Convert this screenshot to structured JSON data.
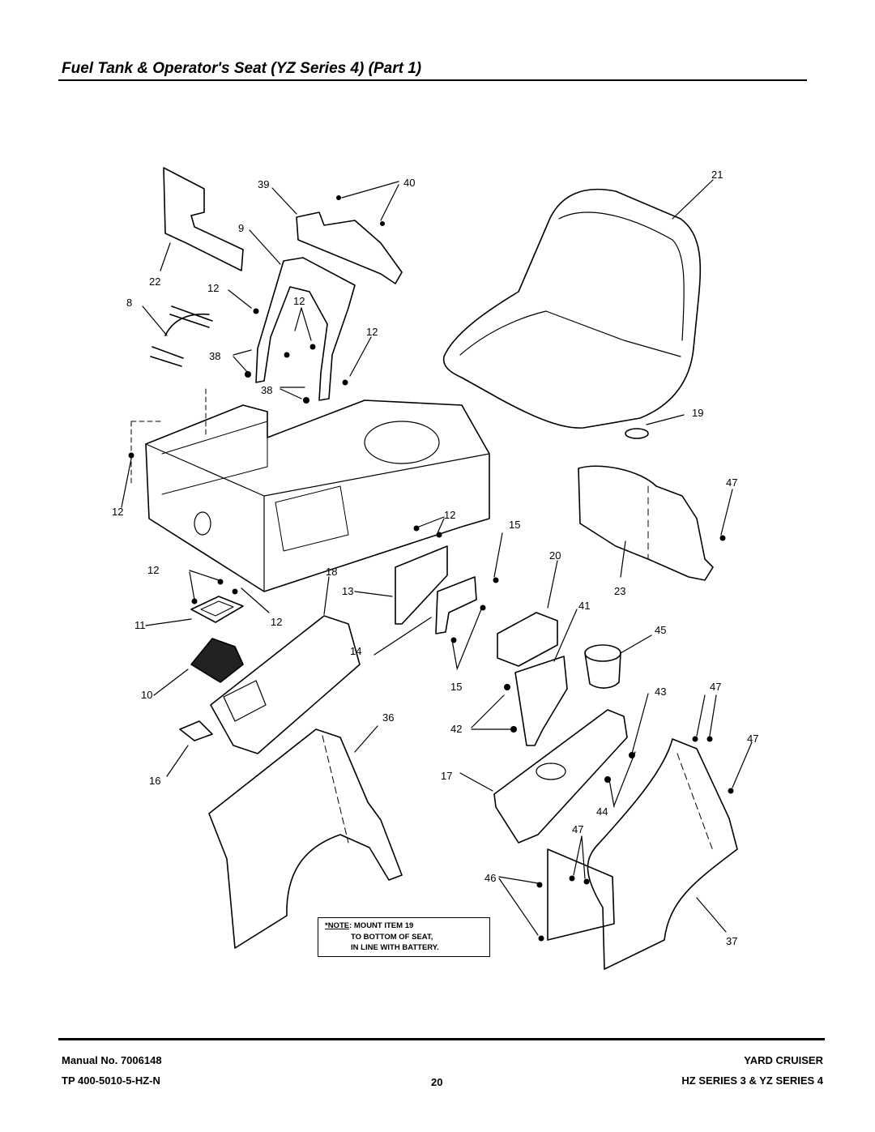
{
  "page": {
    "title": "Fuel Tank & Operator's Seat (YZ Series 4) (Part 1)"
  },
  "callouts": {
    "c39": "39",
    "c40": "40",
    "c21": "21",
    "c9": "9",
    "c22": "22",
    "c12a": "12",
    "c8": "8",
    "c12b": "12",
    "c12c": "12",
    "c38a": "38",
    "c38b": "38",
    "c19": "19",
    "c47a": "47",
    "c12d": "12",
    "c12e": "12",
    "c15a": "15",
    "c20": "20",
    "c12f": "12",
    "c18": "18",
    "c13": "13",
    "c23": "23",
    "c11": "11",
    "c12g": "12",
    "c41": "41",
    "c45": "45",
    "c14": "14",
    "c10": "10",
    "c15b": "15",
    "c43": "43",
    "c47b": "47",
    "c36": "36",
    "c42": "42",
    "c47c": "47",
    "c16": "16",
    "c17": "17",
    "c44": "44",
    "c47d": "47",
    "c46": "46",
    "c37": "37"
  },
  "note": {
    "prefix": "*NOTE",
    "line1_rest": ": MOUNT ITEM 19",
    "line2": "TO BOTTOM OF SEAT,",
    "line3": "IN LINE WITH BATTERY."
  },
  "footer": {
    "manual_label": "Manual No.  7006148",
    "tp": "TP 400-5010-5-HZ-N",
    "page_number": "20",
    "brand": "YARD CRUISER",
    "series": "HZ SERIES 3 & YZ SERIES 4"
  }
}
